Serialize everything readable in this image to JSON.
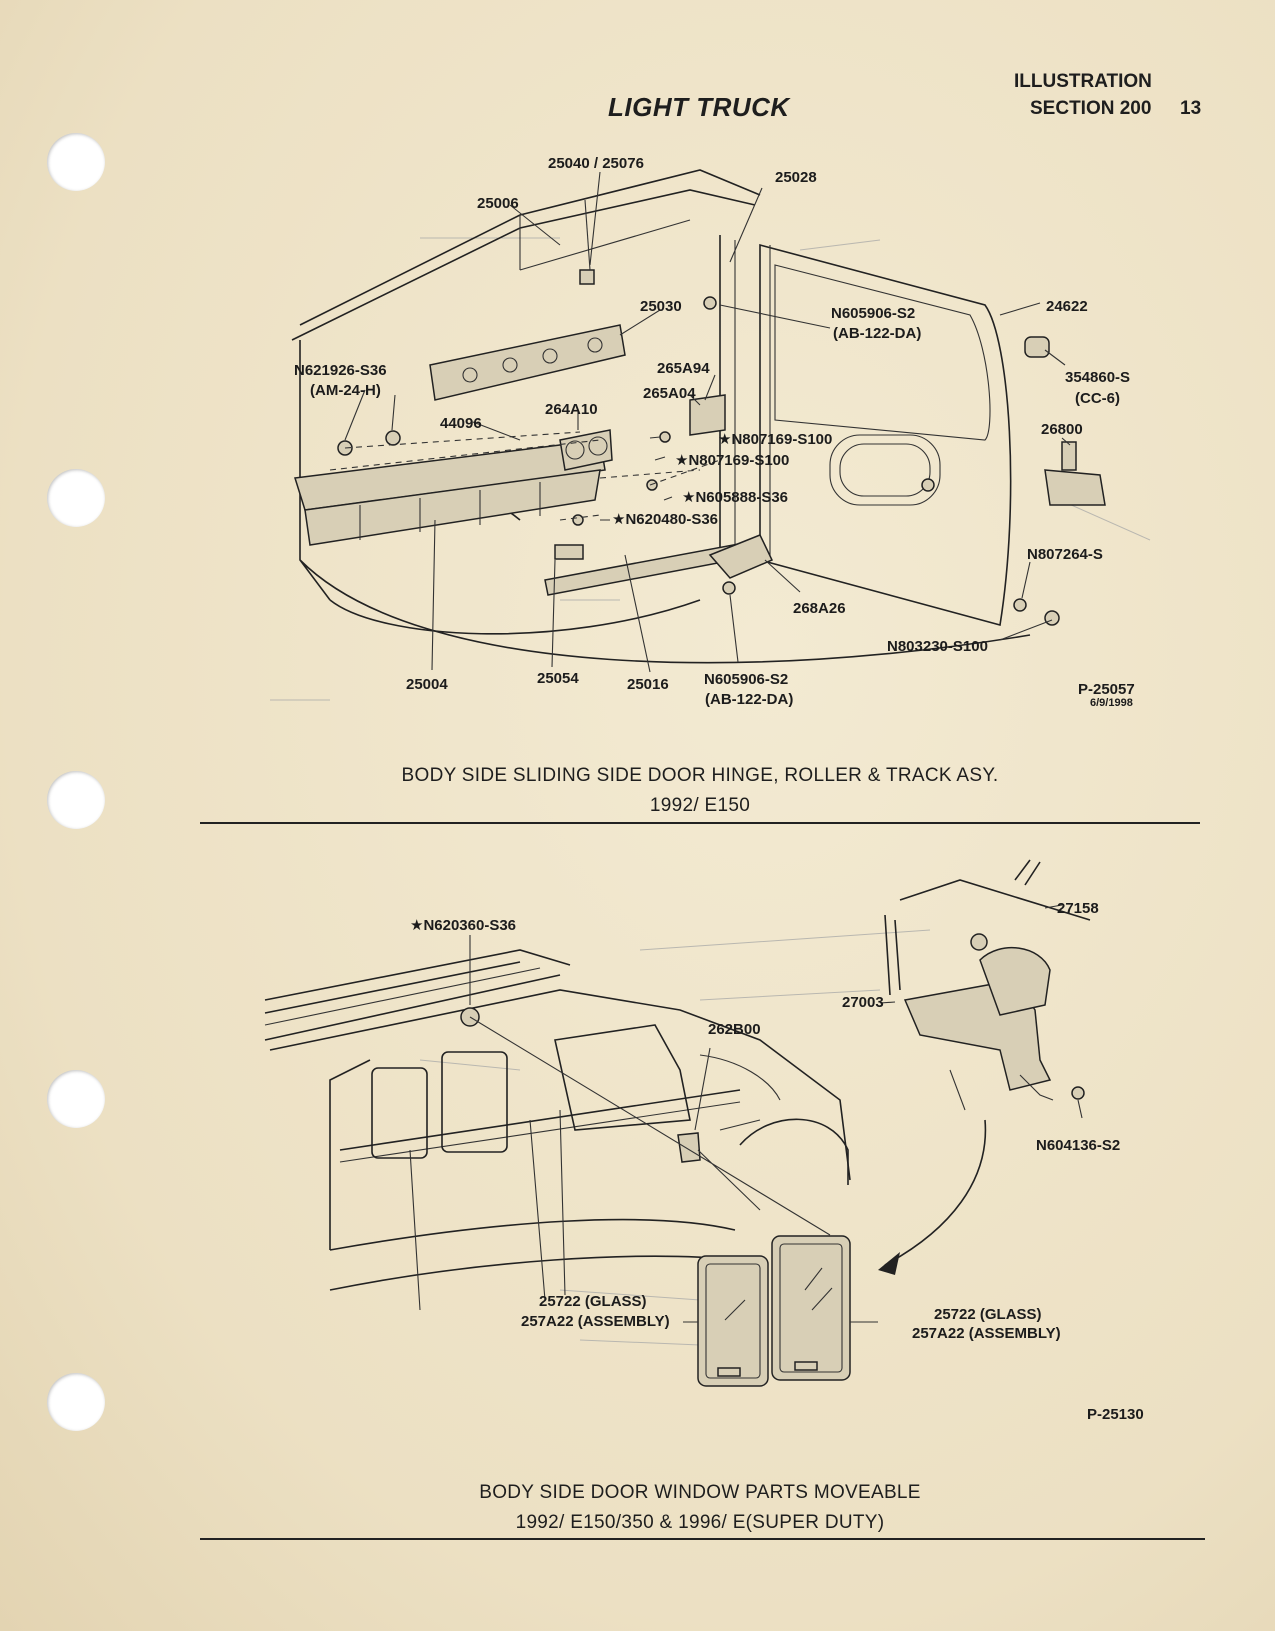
{
  "header": {
    "title": "LIGHT TRUCK",
    "illustration": "ILLUSTRATION",
    "section": "SECTION 200",
    "page_number": "13"
  },
  "diagram1": {
    "labels": {
      "l25040": "25040 / 25076",
      "l25028": "25028",
      "l25006": "25006",
      "l25030": "25030",
      "l24622": "24622",
      "lN605906a": "N605906-S2",
      "lAB122a": "(AB-122-DA)",
      "l354860": "354860-S",
      "lCC6": "(CC-6)",
      "lN621926": "N621926-S36",
      "lAM24": "(AM-24-H)",
      "l265A94": "265A94",
      "l265A04": "265A04",
      "l264A10": "264A10",
      "l44096": "44096",
      "lN807169a": "★N807169-S100",
      "lN807169b": "★N807169-S100",
      "l26800": "26800",
      "lN605888": "★N605888-S36",
      "lN620480": "★N620480-S36",
      "lN807264": "N807264-S",
      "l268A26": "268A26",
      "lN803230": "N803230-S100",
      "l25004": "25004",
      "l25054": "25054",
      "l25016": "25016",
      "lN605906b": "N605906-S2",
      "lAB122b": "(AB-122-DA)",
      "ref": "P-25057",
      "date": "6/9/1998"
    },
    "caption_line1": "BODY SIDE SLIDING SIDE DOOR HINGE, ROLLER & TRACK ASY.",
    "caption_line2": "1992/ E150"
  },
  "diagram2": {
    "labels": {
      "lN620360": "★N620360-S36",
      "l27158": "27158",
      "l27003": "27003",
      "l262B00": "262B00",
      "lN604136": "N604136-S2",
      "lGlassL": "25722 (GLASS)",
      "lAsmL": "257A22 (ASSEMBLY)",
      "lGlassR": "25722 (GLASS)",
      "lAsmR": "257A22 (ASSEMBLY)",
      "ref": "P-25130"
    },
    "caption_line1": "BODY SIDE DOOR WINDOW PARTS MOVEABLE",
    "caption_line2": "1992/ E150/350 & 1996/ E(SUPER DUTY)"
  }
}
